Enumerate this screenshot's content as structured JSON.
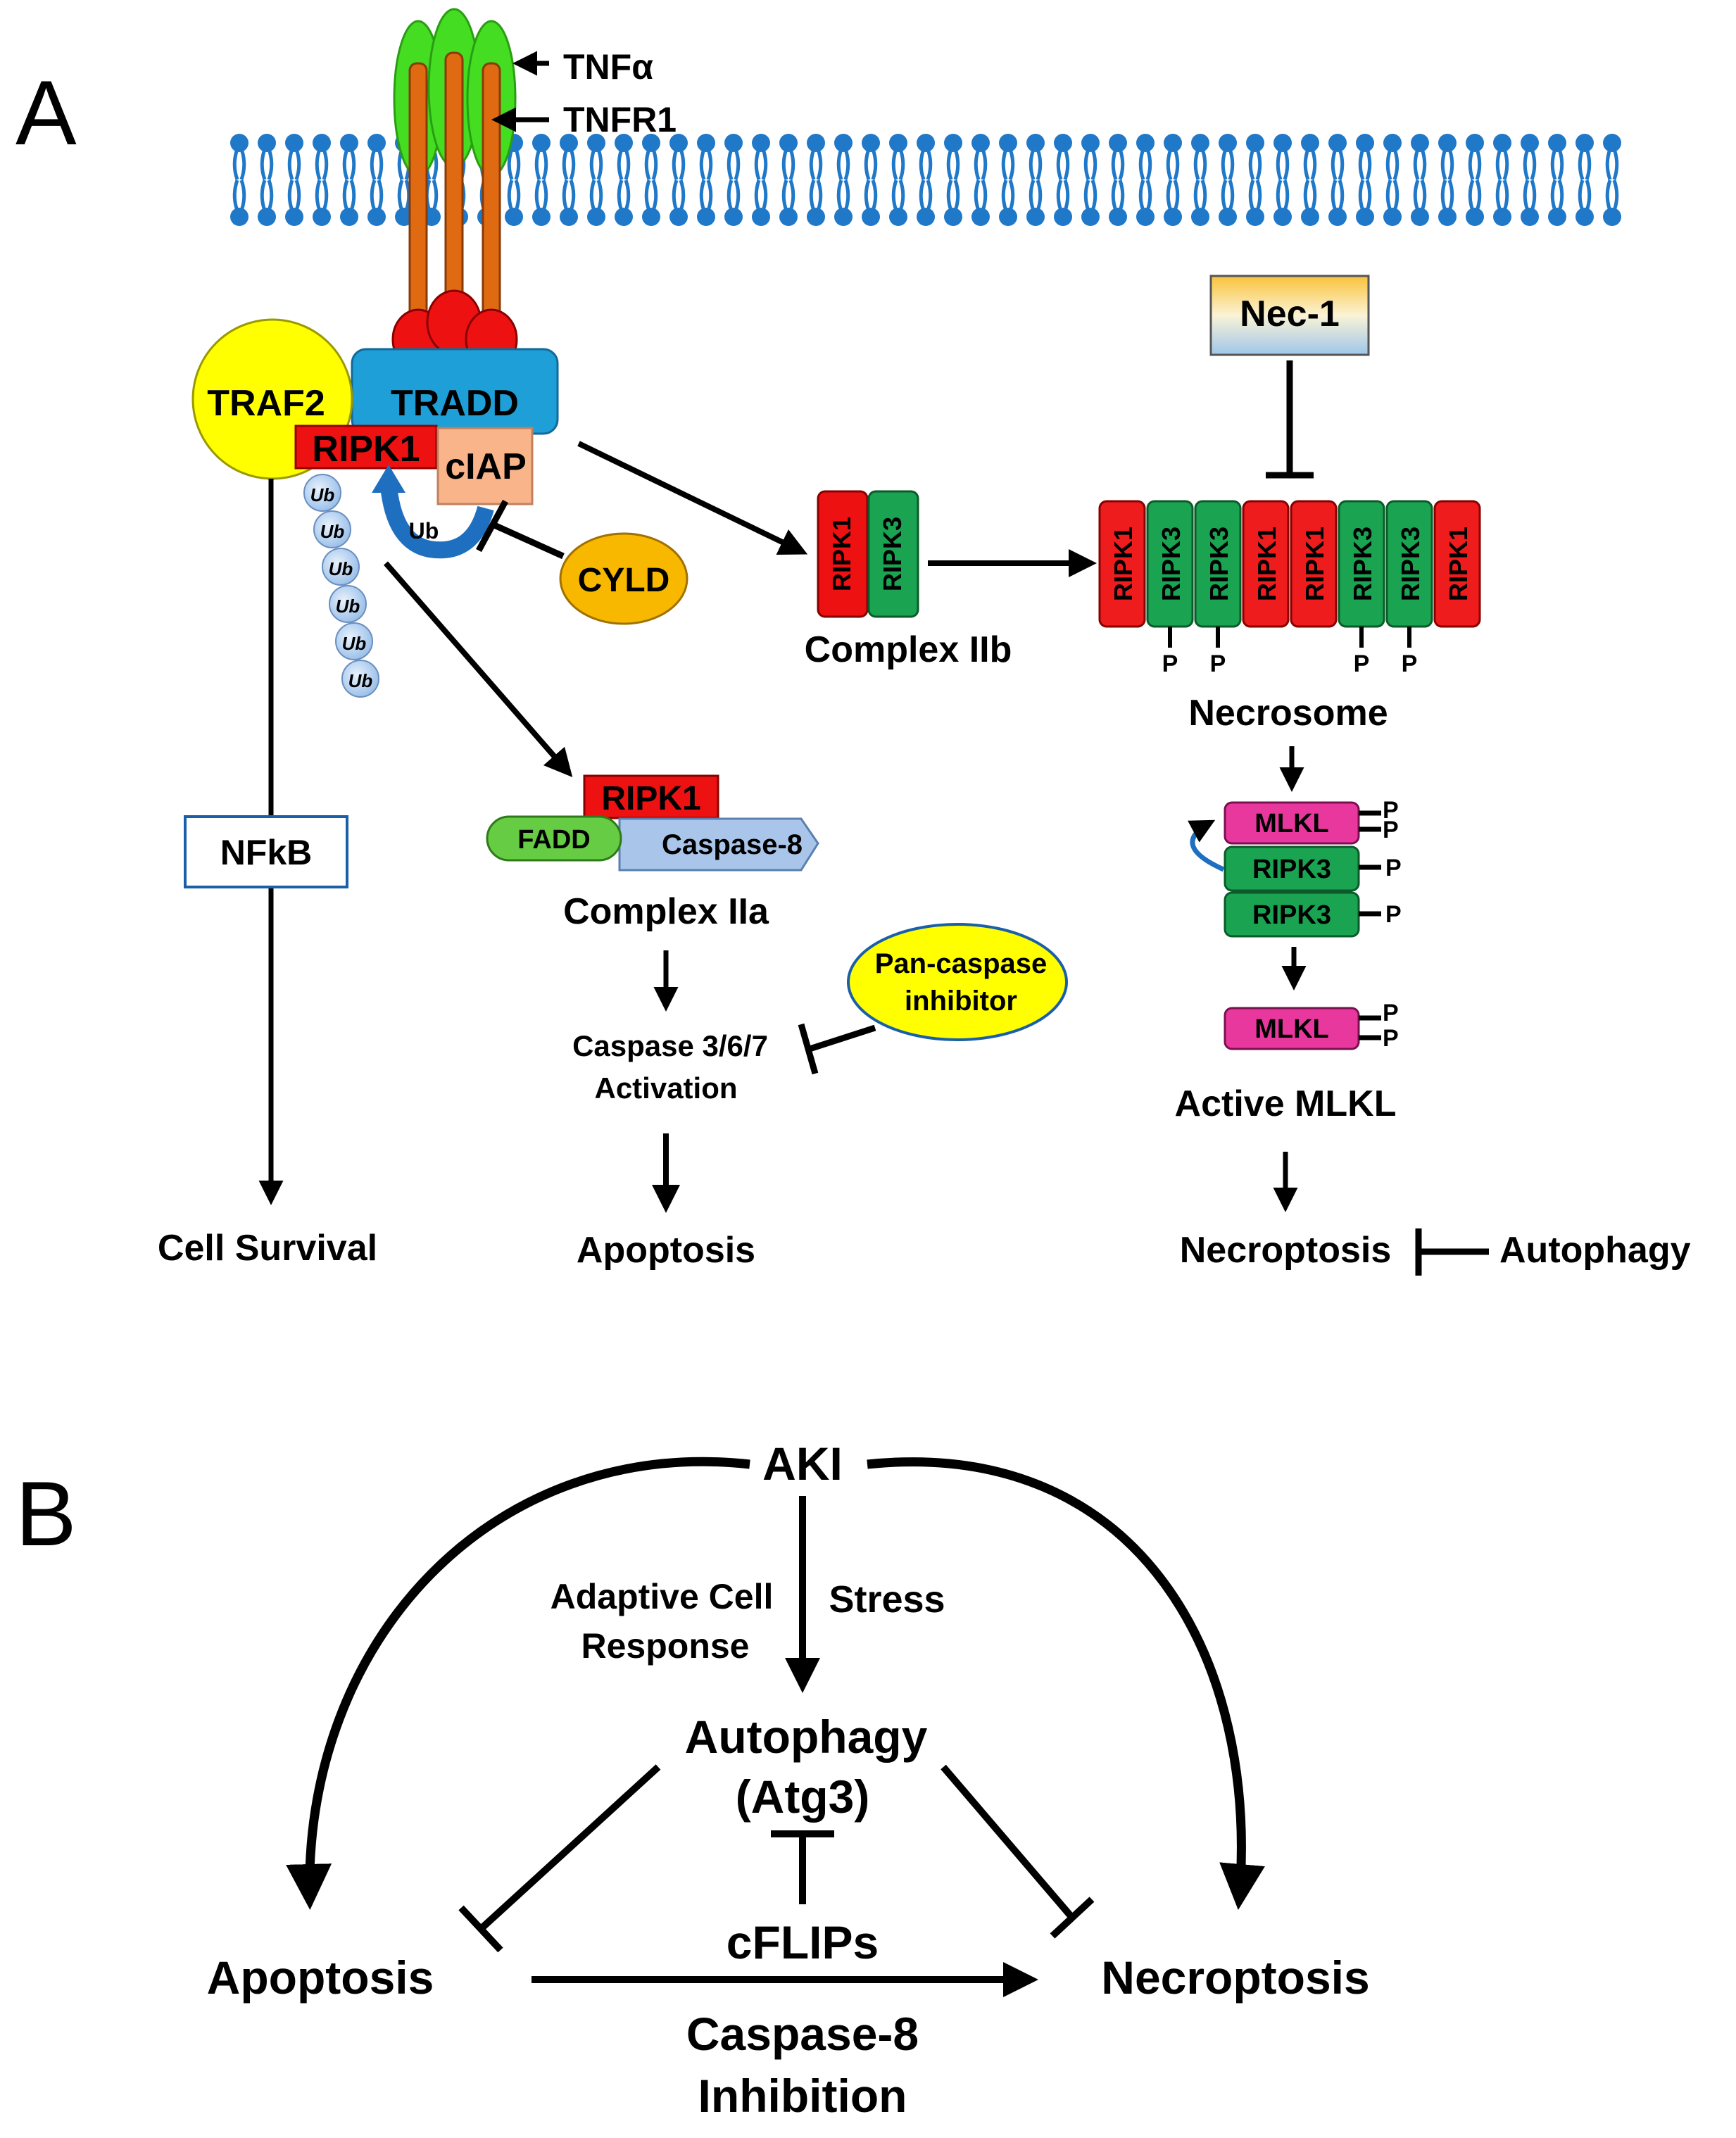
{
  "panel_a": {
    "panel_label": "A",
    "tnf_label": "TNFα",
    "tnfr1_label": "TNFR1",
    "traf2": "TRAF2",
    "tradd": "TRADD",
    "ripk1": "RIPK1",
    "ciap": "cIAP",
    "ub": "Ub",
    "cyld": "CYLD",
    "nec1": "Nec-1",
    "complex_iib": {
      "label": "Complex IIb",
      "ripk1": "RIPK1",
      "ripk3": "RIPK3"
    },
    "necrosome": {
      "label": "Necrosome",
      "subunits": [
        "RIPK1",
        "RIPK3",
        "RIPK3",
        "RIPK1",
        "RIPK1",
        "RIPK3",
        "RIPK3",
        "RIPK1"
      ],
      "phospho": "P"
    },
    "nfkb": "NFkB",
    "complex_iia": {
      "label": "Complex IIa",
      "ripk1": "RIPK1",
      "fadd": "FADD",
      "caspase8": "Caspase-8"
    },
    "pan_caspase": [
      "Pan-caspase",
      "inhibitor"
    ],
    "caspase_activation": [
      "Caspase 3/6/7",
      "Activation"
    ],
    "mlkl_complex": {
      "mlkl": "MLKL",
      "ripk3": "RIPK3",
      "phospho": "P"
    },
    "active_mlkl": "Active MLKL",
    "cell_survival": "Cell Survival",
    "apoptosis": "Apoptosis",
    "necroptosis": "Necroptosis",
    "autophagy": "Autophagy"
  },
  "panel_b": {
    "panel_label": "B",
    "aki": "AKI",
    "adaptive": [
      "Adaptive Cell",
      "Response"
    ],
    "stress": "Stress",
    "autophagy": [
      "Autophagy",
      "(Atg3)"
    ],
    "cflips": "cFLIPs",
    "apoptosis": "Apoptosis",
    "necroptosis": "Necroptosis",
    "caspase8_inhibition": [
      "Caspase-8",
      "Inhibition"
    ]
  },
  "colors": {
    "ripk1": "#ee1c1c",
    "ripk3": "#1aa350",
    "mlkl": "#e8389e",
    "traf2": "#ffff00",
    "tradd": "#1e9fd8",
    "ciap": "#f9b48a",
    "cyld": "#f8b800",
    "membrane": "#1f78c8",
    "fadd": "#66cc44",
    "caspase8": "#a9c6ea",
    "ub": "#b8d4f0"
  }
}
